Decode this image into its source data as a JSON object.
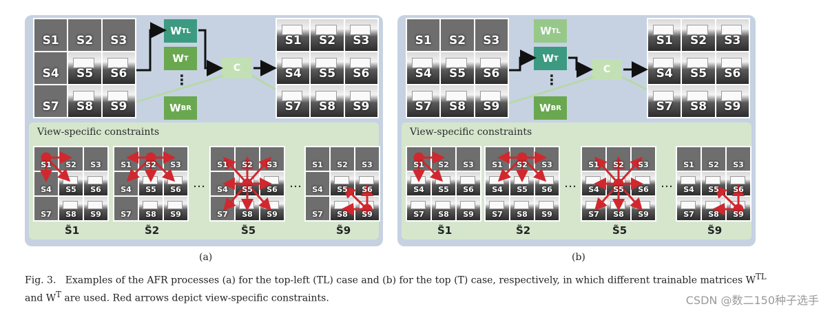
{
  "panel_a": {
    "grid_labels": [
      "S1",
      "S2",
      "S3",
      "S4",
      "S5",
      "S6",
      "S7",
      "S8",
      "S9"
    ],
    "matrices": {
      "tl": "W",
      "tl_sup": "TL",
      "t": "W",
      "t_sup": "T",
      "br": "W",
      "br_sup": "BR"
    },
    "combine": "C",
    "vsc_title": "View-specific constraints",
    "mini_labels": [
      "S̃1",
      "S̃2",
      "S̃5",
      "S̃9"
    ],
    "label": "(a)"
  },
  "panel_b": {
    "grid_labels": [
      "S1",
      "S2",
      "S3",
      "S4",
      "S5",
      "S6",
      "S7",
      "S8",
      "S9"
    ],
    "matrices": {
      "tl": "W",
      "tl_sup": "TL",
      "t": "W",
      "t_sup": "T",
      "br": "W",
      "br_sup": "BR"
    },
    "combine": "C",
    "vsc_title": "View-specific constraints",
    "mini_labels": [
      "S̃1",
      "S̃2",
      "S̃5",
      "S̃9"
    ],
    "label": "(b)"
  },
  "caption": {
    "prefix": "Fig. 3.",
    "text": "Examples of the AFR processes (a) for the top-left (TL) case and (b) for the top (T) case, respectively, in which different trainable matrices W",
    "sup1": "TL",
    "mid": " and W",
    "sup2": "T",
    "end": " are used. Red arrows depict view-specific constraints."
  },
  "watermark": "CSDN @数二150种子选手",
  "colors": {
    "matrix_active": "#3c9a80",
    "matrix": "#6aa84f",
    "combine": "#c2e0b4",
    "arrow": "#d0282e",
    "band": "#d5e6cd",
    "panel": "#c6d2e2"
  }
}
